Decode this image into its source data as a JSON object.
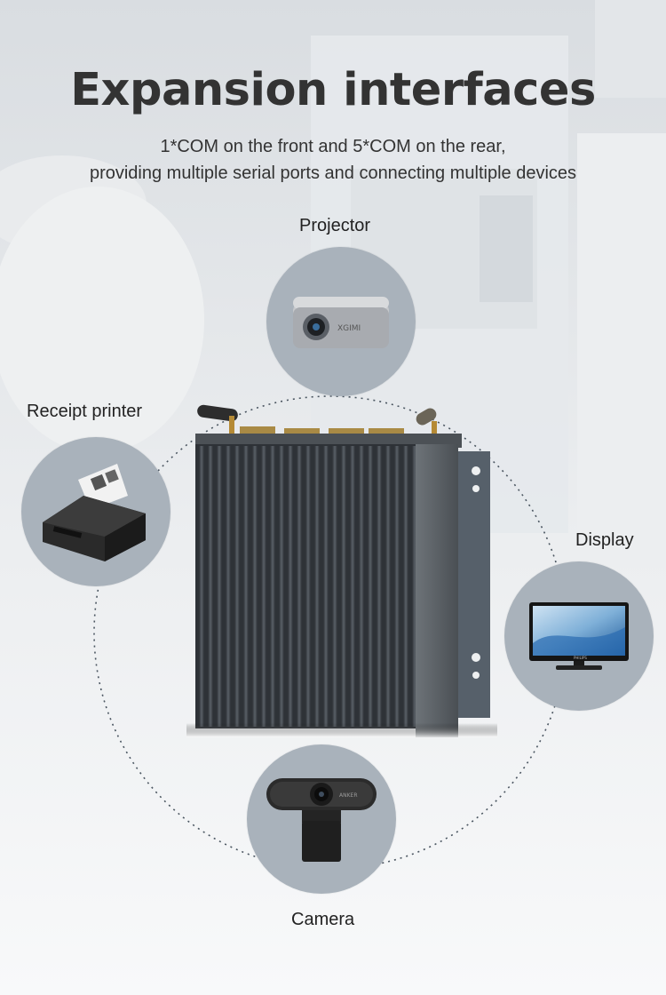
{
  "header": {
    "title": "Expansion interfaces",
    "subtitle_line1": "1*COM on the front and 5*COM on the rear,",
    "subtitle_line2": "providing multiple serial ports and connecting multiple devices"
  },
  "devices": {
    "projector": {
      "label": "Projector",
      "brand_text": "XGIMI"
    },
    "printer": {
      "label": "Receipt printer"
    },
    "display": {
      "label": "Display",
      "brand_text": "PHILIPS"
    },
    "camera": {
      "label": "Camera",
      "brand_text": "ANKER"
    }
  },
  "colors": {
    "circle_fill": "#a9b2bb",
    "title": "#333333",
    "device_body": "#3a3e42"
  },
  "icons": [
    "projector-icon",
    "receipt-printer-icon",
    "display-icon",
    "webcam-icon",
    "industrial-pc-icon"
  ]
}
